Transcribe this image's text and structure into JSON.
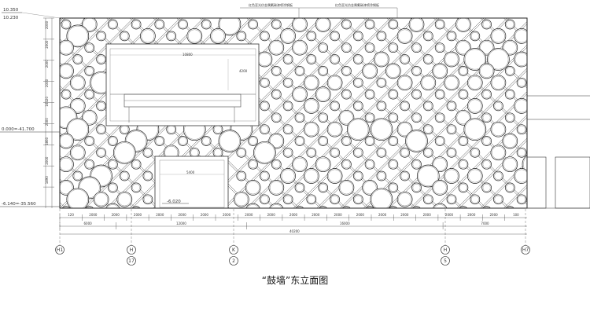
{
  "caption": "“鼓墙”东立面图",
  "top_notes": [
    "红色亚光仿金属氟碳漆喷涂钢板",
    "红色亚光仿金属氟碳漆喷涂钢板"
  ],
  "elevations": {
    "top": [
      "10.350",
      "10.230"
    ],
    "mid": "0.000=-41.700",
    "bottom": "-6.140=-35.560",
    "opening": "-6.020"
  },
  "left_dims": [
    "2000",
    "2000",
    "2000",
    "2000",
    "16320",
    "2000",
    "1860",
    "2000",
    "1890"
  ],
  "inner_dims": [
    "10800",
    "4200",
    "5400"
  ],
  "bottom_dims_row1": [
    "120",
    "2000",
    "2000",
    "2000",
    "2000",
    "2000",
    "2000",
    "2000",
    "2000",
    "2000",
    "2000",
    "2000",
    "2000",
    "2000",
    "2000",
    "2000",
    "2000",
    "2000",
    "2000",
    "2000",
    "100"
  ],
  "bottom_dims_row2": [
    "6000",
    "12000",
    "16000",
    "7000"
  ],
  "overall_dim": "40200",
  "grid_axes": [
    {
      "id": "H1",
      "sub": ""
    },
    {
      "id": "H",
      "sub": "17"
    },
    {
      "id": "K",
      "sub": "2"
    },
    {
      "id": "H",
      "sub": "5"
    },
    {
      "id": "H7",
      "sub": ""
    }
  ]
}
